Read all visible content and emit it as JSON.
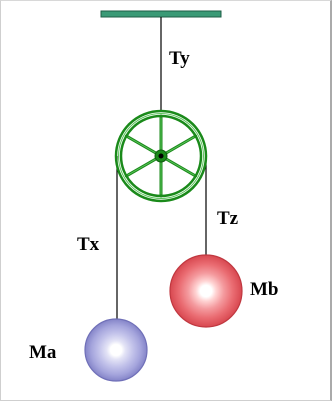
{
  "labels": {
    "tension_top": "Ty",
    "tension_left": "Tx",
    "tension_right": "Tz",
    "mass_left": "Ma",
    "mass_right": "Mb"
  },
  "colors": {
    "ceiling": "#3a9a76",
    "pulley": "#1a8a1a",
    "string": "#000000",
    "mass_left": "#8c8cd0",
    "mass_right": "#e0505a"
  }
}
